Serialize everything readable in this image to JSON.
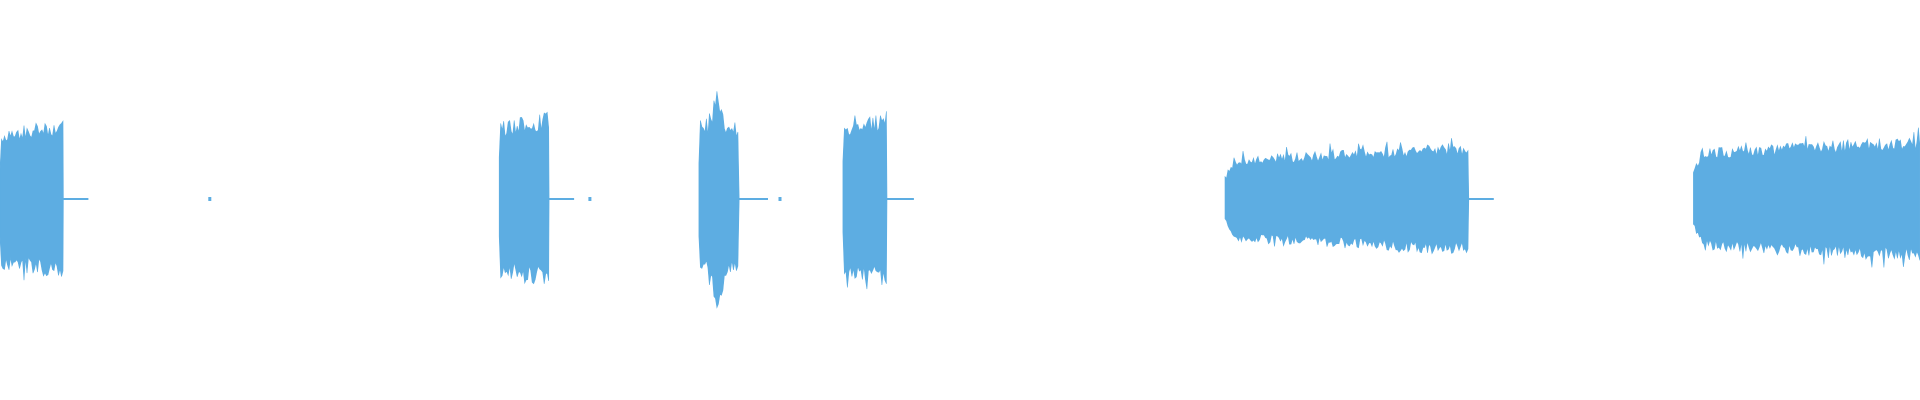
{
  "waveform": {
    "color": "#5dade2",
    "background": "#ffffff",
    "segments": [
      {
        "kind": "burst",
        "start": 0.0,
        "end": 0.033,
        "amp": 0.2,
        "attack": "fast",
        "decay": "steep"
      },
      {
        "kind": "tail",
        "start": 0.033,
        "end": 0.046
      },
      {
        "kind": "blip",
        "at": 0.109
      },
      {
        "kind": "burst",
        "start": 0.26,
        "end": 0.286,
        "amp": 0.22,
        "attack": "fast",
        "decay": "steep"
      },
      {
        "kind": "tail",
        "start": 0.286,
        "end": 0.299
      },
      {
        "kind": "blip",
        "at": 0.307
      },
      {
        "kind": "burst",
        "start": 0.364,
        "end": 0.385,
        "amp": 0.24,
        "attack": "fast",
        "decay": "steep",
        "peak_position": 0.45
      },
      {
        "kind": "tail",
        "start": 0.385,
        "end": 0.4
      },
      {
        "kind": "blip",
        "at": 0.406
      },
      {
        "kind": "burst",
        "start": 0.439,
        "end": 0.462,
        "amp": 0.22,
        "attack": "fast",
        "decay": "steep"
      },
      {
        "kind": "tail",
        "start": 0.462,
        "end": 0.476
      },
      {
        "kind": "burst",
        "start": 0.638,
        "end": 0.765,
        "amp": 0.13,
        "attack": "medium",
        "decay": "steep",
        "swell": 0.07
      },
      {
        "kind": "tail",
        "start": 0.765,
        "end": 0.778
      },
      {
        "kind": "burst",
        "start": 0.882,
        "end": 1.0,
        "amp": 0.15,
        "attack": "medium",
        "decay": "none",
        "swell": 0.04
      }
    ]
  }
}
